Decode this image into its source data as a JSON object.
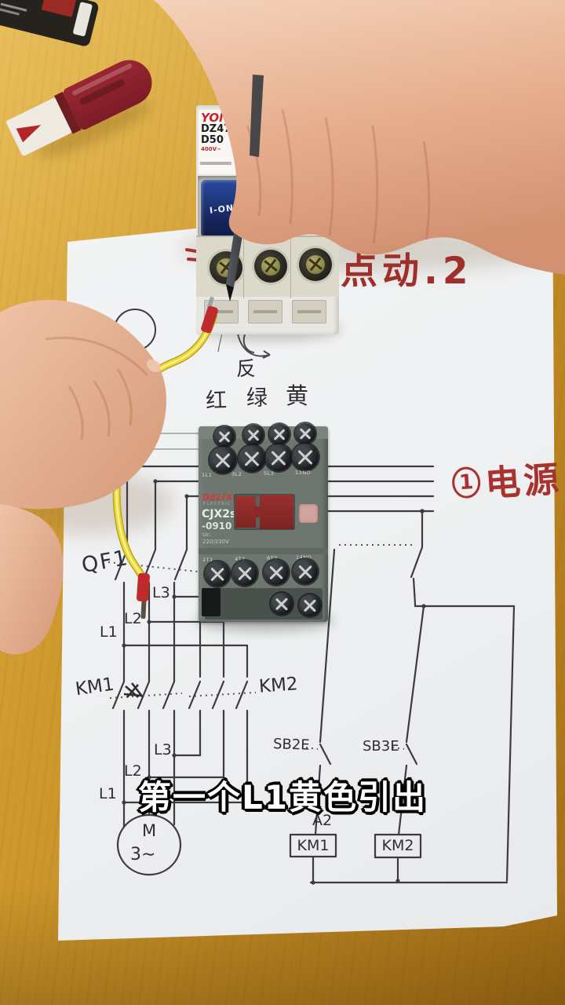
{
  "subtitle": {
    "text": "第一个L1黄色引出"
  },
  "notes_red": {
    "title": "点动.2",
    "power_num": "1",
    "power": "电源"
  },
  "notes_black": {
    "reverse": "反",
    "color_red": "红",
    "color_green": "绿",
    "color_yellow": "黄"
  },
  "breaker": {
    "brand": "YON",
    "model": "DZ47",
    "rating": "D50",
    "voltage": "400V~",
    "switch": "I-ON"
  },
  "contactor": {
    "brand": "DELIXI",
    "brand_sub": "ELECTRIC",
    "model": "CJX2s",
    "model_num": "-0910",
    "spec1": "Uc:",
    "spec2": "220/230V",
    "top_terminals": [
      "1L1",
      "3L2",
      "5L3",
      "13NO"
    ],
    "bottom_terminals": [
      "2T1",
      "4T2",
      "6T3",
      "14NO"
    ]
  },
  "diagram": {
    "qf1": "QF1",
    "l1": "L1",
    "l2": "L2",
    "l3": "L3",
    "l1b": "L1",
    "l2b": "L2",
    "l3b": "L3",
    "km1": "KM1",
    "km2": "KM2",
    "sb2": "SB2E",
    "sb3": "SB3E",
    "a2": "A2",
    "coil1": "KM1",
    "coil2": "KM2",
    "motor": "M",
    "motor_phase": "3∼"
  }
}
